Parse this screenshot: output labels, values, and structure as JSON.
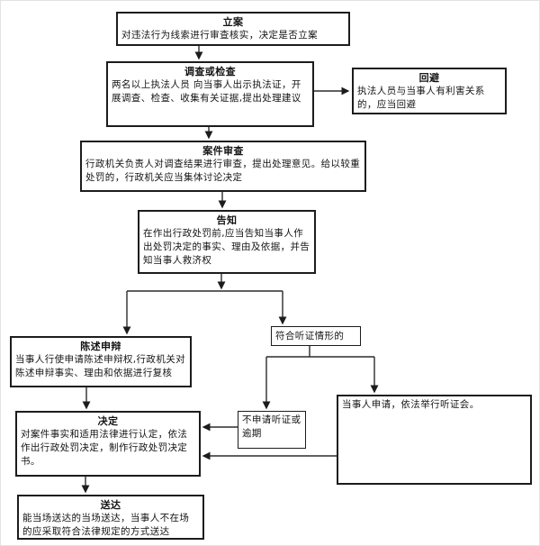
{
  "nodes": {
    "lian": {
      "title": "立案",
      "body": "对违法行为线索进行审查核实，决定是否立案"
    },
    "diaocha": {
      "title": "调查或检查",
      "body": "两名以上执法人员 向当事人出示执法证，开展调查、检查、收集有关证据,提出处理建议"
    },
    "huibi": {
      "title": "回避",
      "body": "执法人员与当事人有利害关系的，应当回避"
    },
    "shencha": {
      "title": "案件审查",
      "body": "行政机关负责人对调查结果进行审查，提出处理意见。给以较重处罚的，行政机关应当集体讨论决定"
    },
    "gaozhi": {
      "title": "告知",
      "body": "在作出行政处罚前,应当告知当事人作出处罚决定的事实、理由及依据，并告知当事人救济权"
    },
    "chenshu": {
      "title": "陈述申辩",
      "body": "当事人行使申请陈述申辩权,行政机关对陈述申辩事实、理由和依据进行复核"
    },
    "tingzheng_tiaojian": {
      "body": "符合听证情形的"
    },
    "tingzheng_hui": {
      "body": "当事人申请，依法举行听证会。"
    },
    "bushenqing": {
      "body": "不申请听证或逾期"
    },
    "jueding": {
      "title": "决定",
      "body": "对案件事实和适用法律进行认定，依法作出行政处罚决定，制作行政处罚决定书。"
    },
    "songda": {
      "title": "送达",
      "body": "能当场送达的当场送达，当事人不在场的应采取符合法律规定的方式送达"
    }
  },
  "colors": {
    "box_border": "#1c1c1c",
    "line": "#2b2b2b",
    "background": "#ffffff"
  }
}
